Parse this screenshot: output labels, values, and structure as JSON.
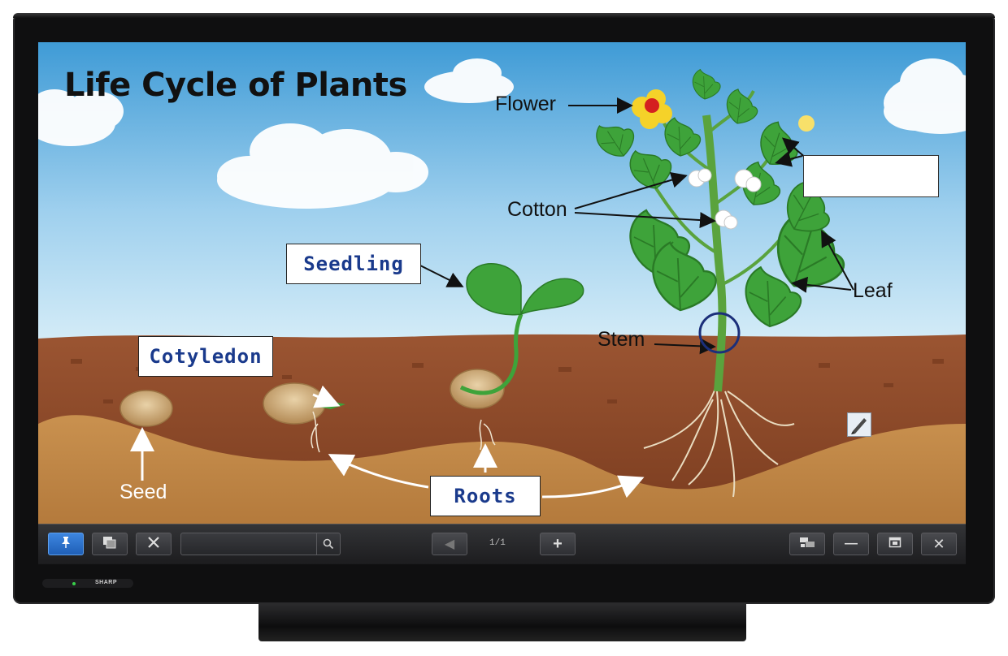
{
  "device": {
    "brand": "SHARP"
  },
  "slide": {
    "title": "Life Cycle of Plants",
    "labels": {
      "flower": "Flower",
      "cotton": "Cotton",
      "leaf": "Leaf",
      "stem": "Stem",
      "seed": "Seed"
    },
    "boxes": {
      "seedling": "Seedling",
      "cotyledon": "Cotyledon",
      "roots": "Roots",
      "blank": ""
    }
  },
  "toolbar": {
    "page_indicator": "1/1",
    "search_placeholder": "",
    "buttons": [
      {
        "name": "pin",
        "icon": "pin-icon",
        "active": true
      },
      {
        "name": "pages",
        "icon": "pages-icon"
      },
      {
        "name": "tools",
        "icon": "tools-icon"
      },
      {
        "name": "prev-page",
        "icon": "prev-icon",
        "enabled": false
      },
      {
        "name": "add-page",
        "icon": "plus-icon"
      },
      {
        "name": "display-mode",
        "icon": "display-icon"
      },
      {
        "name": "minimize",
        "icon": "minimize-icon"
      },
      {
        "name": "restore",
        "icon": "restore-icon"
      },
      {
        "name": "close",
        "icon": "close-icon"
      }
    ]
  },
  "colors": {
    "sky_top": "#3f9bd6",
    "sky_bottom": "#d8eef8",
    "soil": "#8b4a28",
    "plant_green": "#3ea33a",
    "box_text": "#1a3a8c",
    "active_button": "#2a6fc9"
  }
}
